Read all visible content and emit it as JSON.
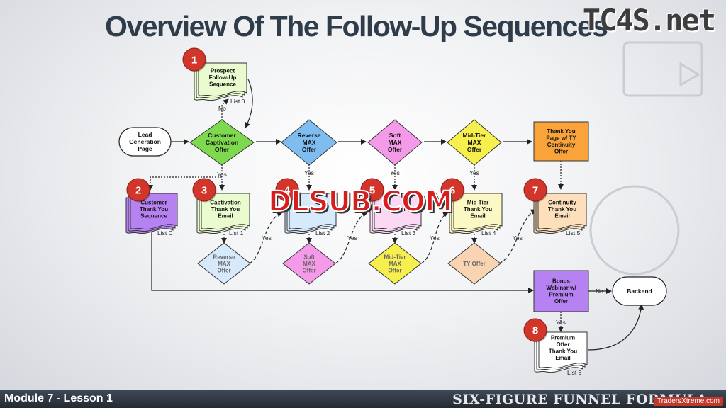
{
  "title": "Overview Of The Follow-Up Sequences",
  "brand": "TC4S.net",
  "watermark": "DLSUB.COM",
  "footer": {
    "left": "Module 7 - Lesson 1",
    "right": "SIX-FIGURE FUNNEL FORMULA",
    "site": "TradersXtreme.com"
  },
  "colors": {
    "green": "#7fd94f",
    "blue": "#7fbdf1",
    "pink": "#f59ae8",
    "yellow": "#f7ef4d",
    "orange": "#f9a33a",
    "purple": "#b682f2",
    "badge": "#d2362b",
    "light_green": "#e9fbcf",
    "light_blue": "#d7eafc",
    "light_pink": "#fbd9f4",
    "light_yellow": "#fcf8c6",
    "light_orange": "#fde0bb",
    "peach": "#f8d4b2"
  },
  "nodes": {
    "lead_page": "Lead\nGeneration\nPage",
    "customer_captivation": "Customer\nCaptivation\nOffer",
    "reverse_max": "Reverse\nMAX\nOffer",
    "soft_max": "Soft\nMAX\nOffer",
    "mid_tier_max": "Mid-Tier\nMAX\nOffer",
    "thank_you_page_ty": "Thank You\nPage w/ TY\nContinuity\nOffer",
    "prospect_seq": "Prospect\nFollow-Up\nSequence",
    "customer_seq": "Customer\nThank You\nSequence",
    "captivation_email": "Captivation\nThank You\nEmail",
    "reverse_email": "Email",
    "soft_email": "Email",
    "mid_tier_email": "Mid Tier\nThank You\nEmail",
    "continuity_email": "Continuity\nThank You\nEmail",
    "reverse_low": "Reverse\nMAX\nOffer",
    "soft_low": "Soft\nMAX\nOffer",
    "mid_tier_low": "Mid-Tier\nMAX\nOffer",
    "ty_offer": "TY Offer",
    "bonus_webinar": "Bonus\nWebinar w/\nPremium\nOffer",
    "backend": "Backend",
    "premium_email": "Premium\nOffer\nThank You\nEmail"
  },
  "list_labels": {
    "list0": "List 0",
    "listC": "List C",
    "list1": "List 1",
    "list2": "List 2",
    "list3": "List 3",
    "list4": "List 4",
    "list5": "List 5",
    "list6": "List 6"
  },
  "badges": [
    "1",
    "2",
    "3",
    "4",
    "5",
    "6",
    "7",
    "8"
  ],
  "edge_labels": {
    "yes": "Yes",
    "no": "No"
  }
}
